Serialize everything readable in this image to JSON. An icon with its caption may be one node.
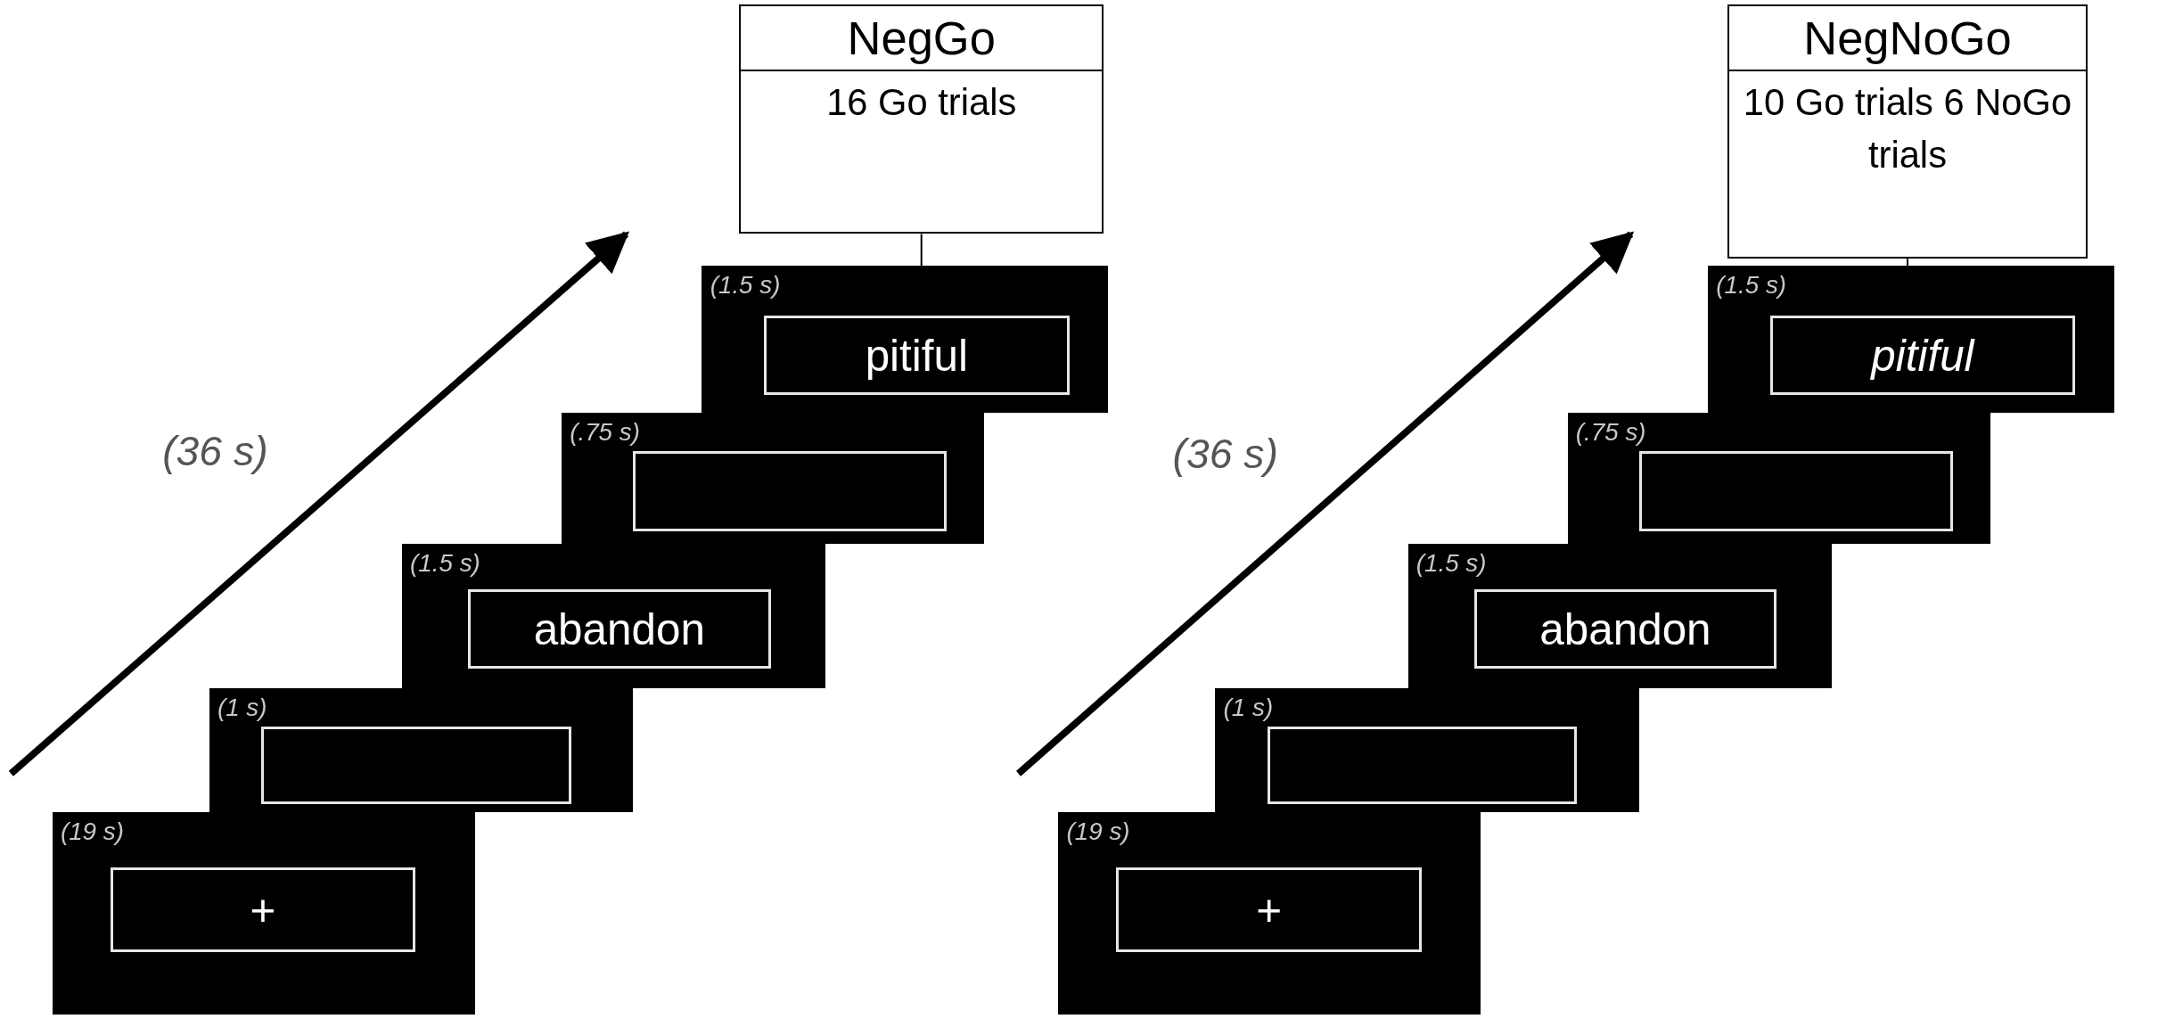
{
  "diagram": {
    "nodes": [
      {
        "text": [
          "NegGo",
          "16 Go trials"
        ]
      },
      {
        "text": [
          "(1.5 s)"
        ]
      },
      {
        "text": [
          "pitiful"
        ],
        "in": 1
      },
      {
        "text": [
          "(.75 s)"
        ]
      },
      {
        "text": [],
        "shape": "box",
        "in": 3
      },
      {
        "text": [
          "(1.5 s)"
        ]
      },
      {
        "text": [
          "abandon"
        ],
        "in": 5
      },
      {
        "text": [
          "(1 s)"
        ]
      },
      {
        "text": [],
        "shape": "box",
        "in": 7
      },
      {
        "text": [
          "(19 s)"
        ]
      },
      {
        "text": [
          "+"
        ],
        "in": 9
      },
      {
        "text": [
          "NegNoGo",
          "10 Go trials 6 NoGo trials"
        ]
      },
      {
        "text": [
          "(1.5 s)"
        ]
      },
      {
        "text": [
          "pitiful"
        ],
        "in": 12
      },
      {
        "text": [
          "(.75 s)"
        ]
      },
      {
        "text": [],
        "shape": "box",
        "in": 14
      },
      {
        "text": [
          "(1.5 s)"
        ]
      },
      {
        "text": [
          "abandon"
        ],
        "in": 16
      },
      {
        "text": [
          "(1 s)"
        ]
      },
      {
        "text": [],
        "shape": "box",
        "in": 18
      },
      {
        "text": [
          "(19 s)"
        ]
      },
      {
        "text": [
          "+"
        ],
        "in": 20
      }
    ],
    "edges": [
      {
        "from": 0,
        "to": 1,
        "arrow": "none"
      },
      {
        "from": 11,
        "to": 12,
        "arrow": "none"
      }
    ],
    "labels": [
      "(36 s)",
      "(36 s)"
    ]
  }
}
